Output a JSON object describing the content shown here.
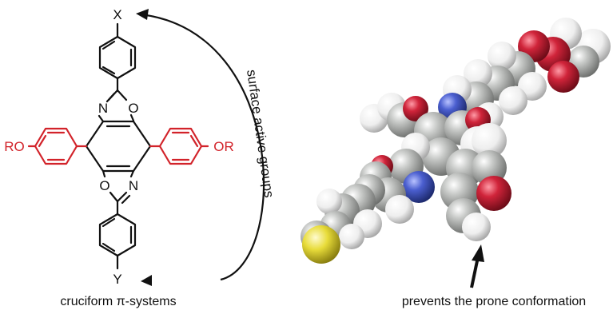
{
  "labels": {
    "x_substituent": "X",
    "y_substituent": "Y",
    "ro_left": "RO",
    "or_right": "OR",
    "n_top": "N",
    "o_top": "O",
    "o_bottom": "O",
    "n_bottom": "N",
    "curve_label": "surface active groups",
    "left_caption": "cruciform π-systems",
    "right_caption": "prevents the prone conformation"
  },
  "colors": {
    "black": "#111111",
    "red": "#d2232a",
    "carbon": "#a8aaa8",
    "hydrogen": "#f2f2f2",
    "oxygen": "#d0243a",
    "nitrogen": "#4b5fd0",
    "sulfur": "#e8dc3a"
  }
}
